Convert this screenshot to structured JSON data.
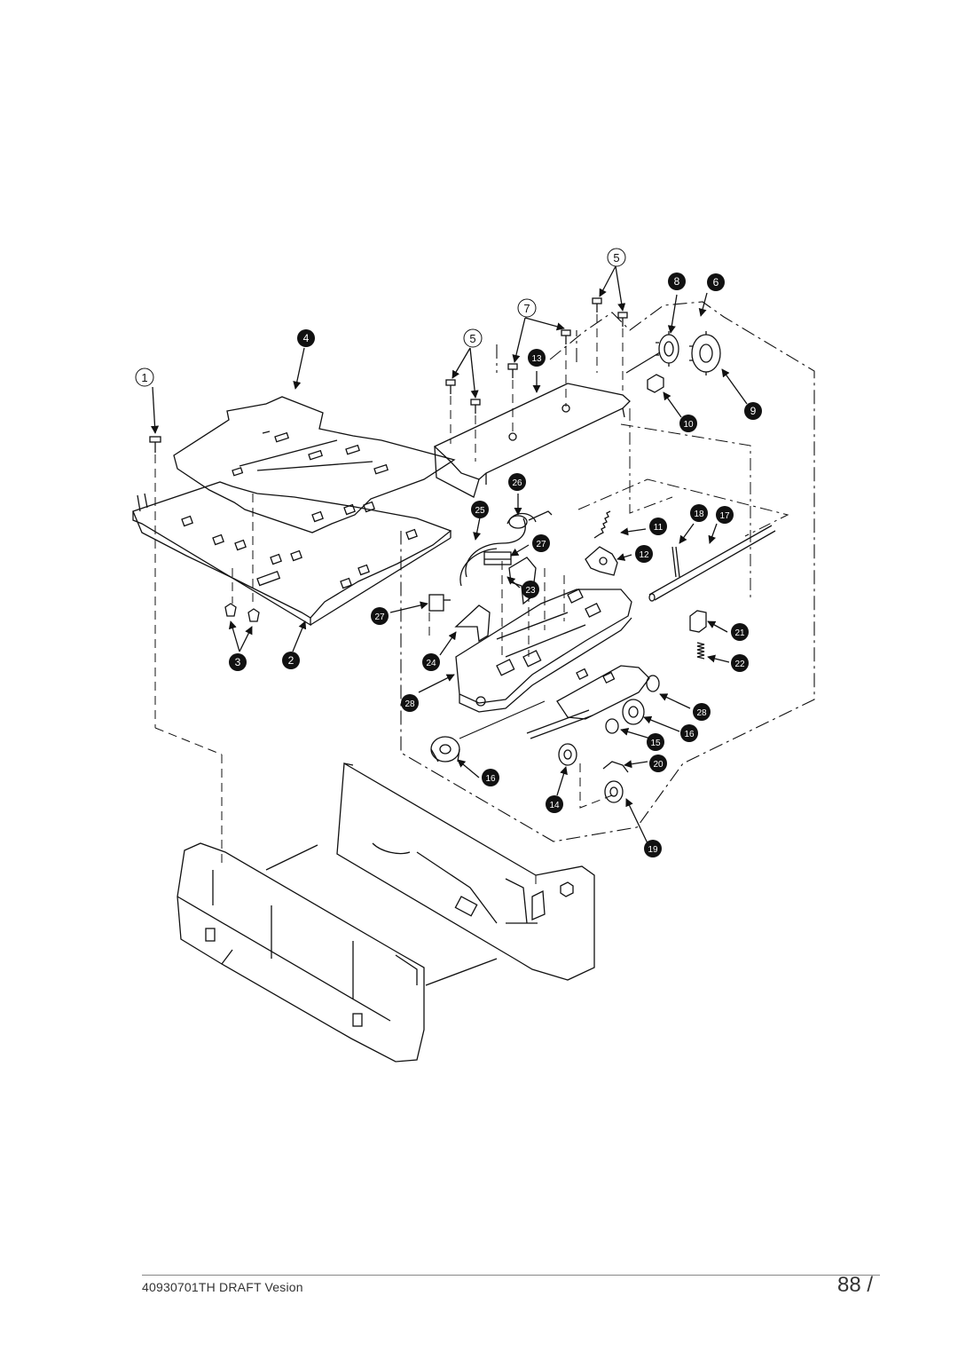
{
  "footer": {
    "document_id": "40930701TH  DRAFT Vesion",
    "page_number": "88 /"
  },
  "callouts": {
    "c1": "1",
    "c2": "2",
    "c3": "3",
    "c4": "4",
    "c5a": "5",
    "c5b": "5",
    "c6": "6",
    "c7": "7",
    "c8": "8",
    "c9": "9",
    "c10": "10",
    "c11": "11",
    "c12": "12",
    "c13": "13",
    "c14": "14",
    "c15": "15",
    "c16a": "16",
    "c16b": "16",
    "c17": "17",
    "c18": "18",
    "c19": "19",
    "c20": "20",
    "c21": "21",
    "c22": "22",
    "c23": "23",
    "c24": "24",
    "c25": "25",
    "c26": "26",
    "c27a": "27",
    "c27b": "27",
    "c28a": "28",
    "c28b": "28"
  }
}
